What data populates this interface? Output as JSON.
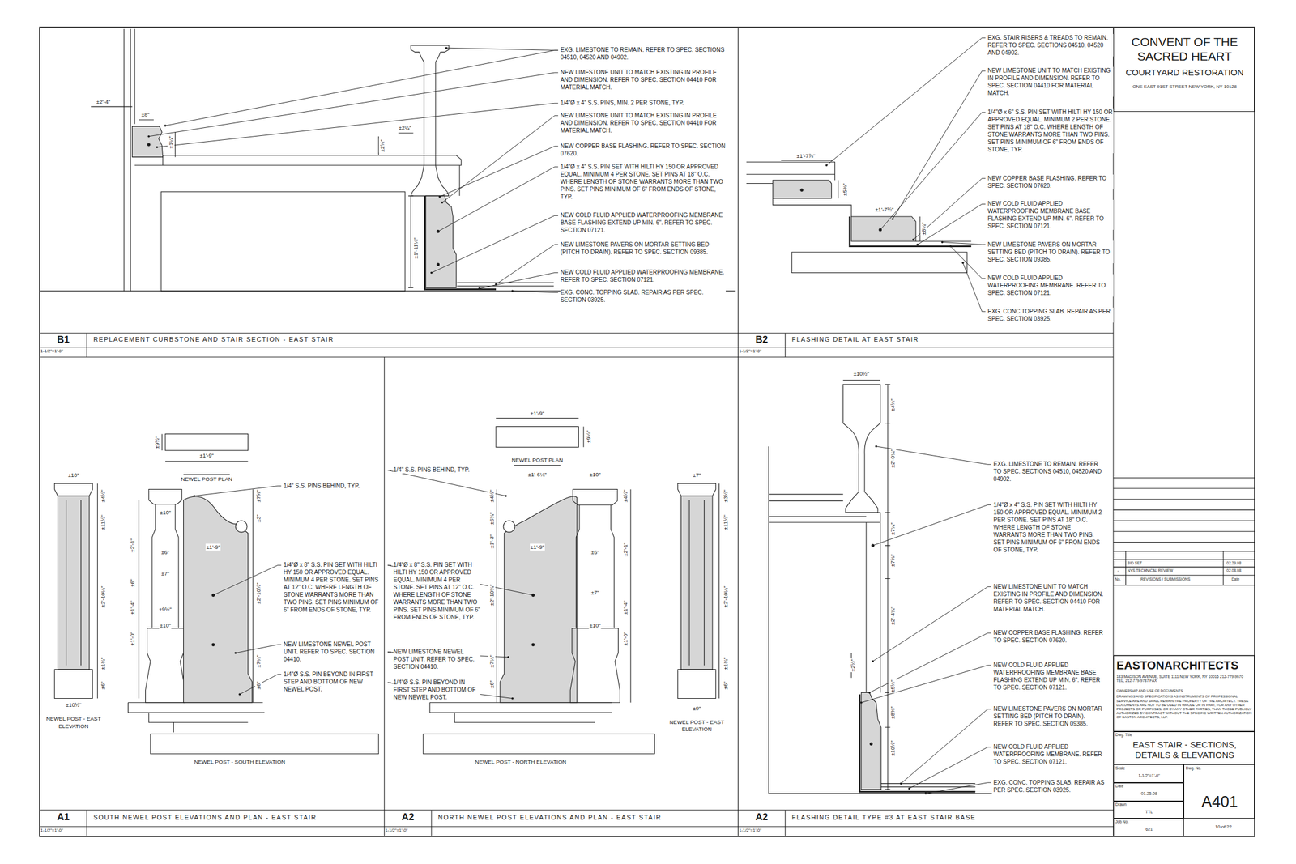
{
  "diagram": {
    "nodes": [
      {
        "text": [
          "B1",
          "REPLACEMENT CURBSTONE AND STAIR SECTION - EAST STAIR",
          "1-1/2\"=1'-0\""
        ]
      },
      {
        "text": [
          "B2",
          "FLASHING DETAIL AT EAST STAIR",
          "1-1/2\"=1'-0\""
        ]
      },
      {
        "text": [
          "A1",
          "SOUTH NEWEL POST ELEVATIONS AND PLAN - EAST STAIR",
          "1-1/2\"=1'-0\""
        ]
      },
      {
        "text": [
          "A2",
          "NORTH NEWEL POST ELEVATIONS AND PLAN - EAST STAIR",
          "1-1/2\"=1'-0\""
        ]
      },
      {
        "text": [
          "A2",
          "FLASHING DETAIL TYPE #3 AT EAST STAIR BASE",
          "1-1/2\"=1'-0\""
        ]
      },
      {
        "text": [
          "CONVENT OF THE SACRED HEART",
          "COURTYARD RESTORATION",
          "ONE EAST 91ST STREET NEW YORK, NY 10128"
        ]
      },
      {
        "text": [
          "EASTONARCHITECTS",
          "183 MADISON AVENUE, SUITE 1111 NEW YORK, NY 10016 212-779-9670 TEL, 212-779-9787 FAX",
          "OWNERSHIP AND USE OF DOCUMENTS",
          "DRAWINGS AND SPECIFICATIONS AS INSTRUMENTS OF PROFESSIONAL SERVICE ARE AND SHALL REMAIN THE PROPERTY OF THE ARCHITECT. THESE DOCUMENTS ARE NOT TO BE USED IN WHOLE OR IN PART, FOR ANY OTHER PROJECTS OR PURPOSES, OR BY ANY OTHER PARTIES, THAN THOSE PUBLICLY AUTHORIZED BY CONTRACT WITHOUT THE SPECIFIC WRITTEN AUTHORIZATION OF EASTON ARCHITECTS, LLP."
        ]
      },
      {
        "text": [
          "Dwg. Title",
          "EAST STAIR - SECTIONS, DETAILS & ELEVATIONS"
        ]
      },
      {
        "text": [
          "Scale",
          "1-1/2\"=1'-0\""
        ]
      },
      {
        "text": [
          "Dwg. No.",
          "A401"
        ]
      },
      {
        "text": [
          "Date",
          "01.25.08"
        ]
      },
      {
        "text": [
          "Drawn",
          "TTL"
        ]
      },
      {
        "text": [
          "Job No.",
          "621"
        ]
      }
    ],
    "labels": [
      "EXG. LIMESTONE TO REMAIN. REFER TO SPEC. SECTIONS 04510, 04520 AND 04902.",
      "NEW LIMESTONE UNIT TO MATCH EXISTING IN PROFILE AND DIMENSION. REFER TO SPEC. SECTION 04410 FOR MATERIAL MATCH.",
      "1/4\"Ø x 4\" S.S. PINS, MIN. 2 PER STONE, TYP.",
      "NEW LIMESTONE UNIT TO MATCH EXISTING IN PROFILE AND DIMENSION. REFER TO SPEC. SECTION 04410 FOR MATERIAL MATCH.",
      "NEW COPPER BASE FLASHING. REFER TO SPEC. SECTION 07620.",
      "1/4\"Ø x 4\" S.S. PIN SET WITH HILTI HY 150 OR APPROVED EQUAL. MINIMUM 4 PER STONE. SET PINS AT 18\" O.C. WHERE LENGTH OF STONE WARRANTS MORE THAN TWO PINS. SET PINS MINIMUM OF 6\" FROM ENDS OF STONE, TYP.",
      "NEW COLD FLUID APPLIED WATERPROOFING MEMBRANE BASE FLASHING EXTEND UP MIN. 6\". REFER TO SPEC. SECTION 07121.",
      "NEW LIMESTONE PAVERS ON MORTAR SETTING BED (PITCH TO DRAIN). REFER TO SPEC. SECTION 09385.",
      "NEW COLD FLUID APPLIED WATERPROOFING MEMBRANE. REFER TO SPEC. SECTION 07121.",
      "EXG. CONC. TOPPING SLAB. REPAIR AS PER SPEC. SECTION 03925.",
      "EXG. STAIR RISERS & TREADS TO REMAIN. REFER TO SPEC. SECTIONS 04510, 04520 AND 04902.",
      "NEW LIMESTONE UNIT TO MATCH EXISTING IN PROFILE AND DIMENSION. REFER TO SPEC. SECTION 04410 FOR MATERIAL MATCH.",
      "1/4\"Ø x 6\" S.S. PIN SET WITH HILTI HY 150 OR APPROVED EQUAL. MINIMUM 2 PER STONE. SET PINS AT 18\" O.C. WHERE LENGTH OF STONE WARRANTS MORE THAN TWO PINS. SET PINS MINIMUM OF 6\" FROM ENDS OF STONE, TYP.",
      "NEW COPPER BASE FLASHING. REFER TO SPEC. SECTION 07620.",
      "NEW COLD FLUID APPLIED WATERPROOFING MEMBRANE BASE FLASHING EXTEND UP MIN. 6\". REFER TO SPEC. SECTION 07121.",
      "NEW LIMESTONE PAVERS ON MORTAR SETTING BED (PITCH TO DRAIN). REFER TO SPEC. SECTION 09385.",
      "NEW COLD FLUID APPLIED WATERPROOFING MEMBRANE. REFER TO SPEC. SECTION 07121.",
      "EXG. CONC TOPPING SLAB. REPAIR AS PER SPEC. SECTION 03925.",
      "1/4\" S.S. PINS BEHIND, TYP.",
      "1/4\"Ø x 8\" S.S. PIN SET WITH HILTI HY 150 OR APPROVED EQUAL. MINIMUM 4 PER STONE. SET PINS AT 12\" O.C. WHERE LENGTH OF STONE WARRANTS MORE THAN TWO PINS. SET PINS MINIMUM OF 6\" FROM ENDS OF STONE, TYP.",
      "NEW LIMESTONE NEWEL POST UNIT. REFER TO SPEC. SECTION 04410.",
      "1/4\"Ø S.S. PIN BEYOND IN FIRST STEP AND BOTTOM OF NEW NEWEL POST.",
      "1/4\" S.S. PINS BEHIND, TYP.",
      "1/4\"Ø x 8\" S.S. PIN SET WITH HILTI HY 150 OR APPROVED EQUAL. MINIMUM 4 PER STONE. SET PINS AT 12\" O.C. WHERE LENGTH OF STONE WARRANTS MORE THAN TWO PINS. SET PINS MINIMUM OF 6\" FROM ENDS OF STONE, TYP.",
      "NEW LIMESTONE NEWEL POST UNIT. REFER TO SPEC. SECTION 04410.",
      "1/4\"Ø S.S. PIN BEYOND IN FIRST STEP AND BOTTOM OF NEW NEWEL POST.",
      "EXG. LIMESTONE TO REMAIN. REFER TO SPEC. SECTIONS 04510, 04520 AND 04902.",
      "1/4\"Ø x 4\" S.S. PIN SET WITH HILTI HY 150 OR APPROVED EQUAL. MINIMUM 2 PER STONE. SET PINS AT 18\" O.C. WHERE LENGTH OF STONE WARRANTS MORE THAN TWO PINS. SET PINS MINIMUM OF 6\" FROM ENDS OF STONE, TYP.",
      "NEW LIMESTONE UNIT TO MATCH EXISTING IN PROFILE AND DIMENSION. REFER TO SPEC. SECTION 04410 FOR MATERIAL MATCH.",
      "NEW COPPER BASE FLASHING. REFER TO SPEC. SECTION 07620.",
      "NEW COLD FLUID APPLIED WATERPROOFING MEMBRANE BASE FLASHING EXTEND UP MIN. 6\". REFER TO SPEC. SECTION 07121.",
      "NEW LIMESTONE PAVERS ON MORTAR SETTING BED (PITCH TO DRAIN). REFER TO SPEC. SECTION 09385.",
      "NEW COLD FLUID APPLIED WATERPROOFING MEMBRANE. REFER TO SPEC. SECTION 07121.",
      "EXG. CONC. TOPPING SLAB. REPAIR AS PER SPEC. SECTION 03925.",
      "±2'-4\"",
      "±8\"",
      "±1¼\"",
      "±2½\"",
      "±2¼\"",
      "±1'-11¼\"",
      "±1'-7⅞\"",
      "±5⅜\"",
      "±1'-7½\"",
      "±8¼\"",
      "±1'-9\"",
      "±9½\"",
      "NEWEL POST PLAN",
      "±10\"",
      "±4½\"",
      "±11½\"",
      "±2'-10¼\"",
      "±1¾\"",
      "±6\"",
      "±10½\"",
      "NEWEL POST - EAST ELEVATION",
      "±10\"",
      "±2'-1\"",
      "±6\"",
      "±7\"",
      "±6\"",
      "±1'-4\"",
      "±9½\"",
      "±10\"",
      "±1'-0\"",
      "±1'-9\"",
      "±7⅝\"",
      "±3\"",
      "±2'-10½\"",
      "±7¼\"",
      "±6\"",
      "NEWEL POST - SOUTH ELEVATION",
      "±1'-9\"",
      "±9½\"",
      "NEWEL POST PLAN",
      "±1'-6¼\"",
      "±10\"",
      "±7\"",
      "±4½\"",
      "±6¼\"",
      "±1'-3\"",
      "±2'-10¼\"",
      "±1'-9\"",
      "±6\"",
      "±7\"",
      "±10\"",
      "±4½\"",
      "±2'-1\"",
      "±1'-4\"",
      "±1'-0\"",
      "±7¼\"",
      "±6\"",
      "±3½\"",
      "±11½\"",
      "±2'-10¼\"",
      "±1¾\"",
      "±6\"",
      "±9\"",
      "NEWEL POST - EAST ELEVATION",
      "NEWEL POST - NORTH ELEVATION",
      "±10½\"",
      "±4½\"",
      "±2'-0¼\"",
      "±7¼\"",
      "±7⅝\"",
      "±2'-4¼\"",
      "±2½\"",
      "±5½\"",
      "±8⅜\"",
      "±10½\"",
      "BID SET",
      "02.29.08",
      "-",
      "NYS TECHNICAL REVIEW",
      "02.08.08",
      "No.",
      "REVISIONS / SUBMISSIONS",
      "Date",
      "10 of 22"
    ]
  }
}
